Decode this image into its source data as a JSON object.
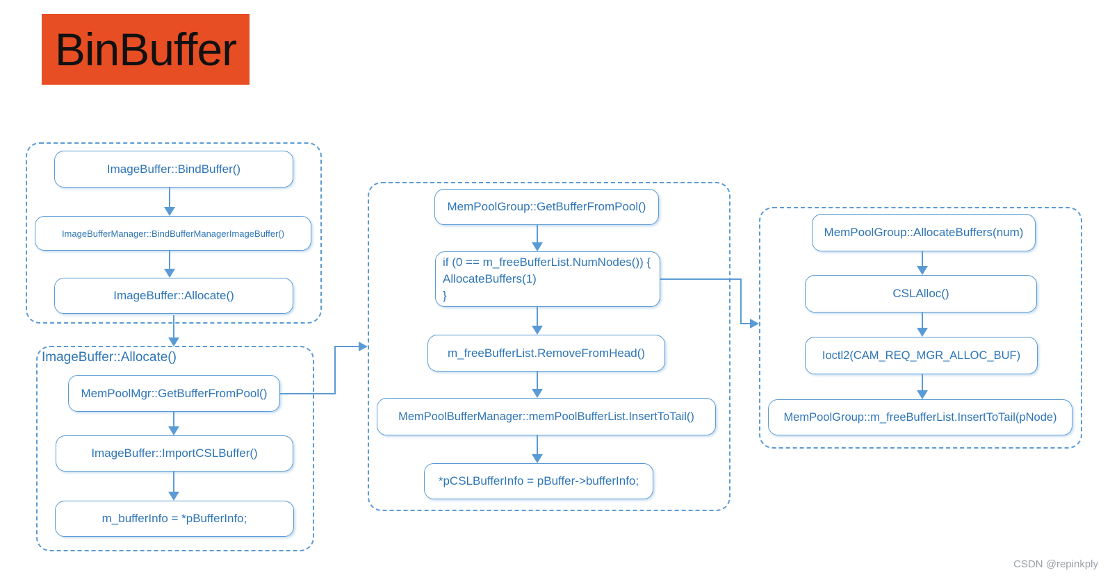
{
  "title": "BinBuffer",
  "watermark": "CSDN @repinkply",
  "colors": {
    "accent_blue": "#5B9BD5",
    "text_blue": "#2E75B6",
    "banner_orange": "#E84E23",
    "watermark_gray": "#9AA0A6"
  },
  "groups": [
    {
      "name": "bind-buffer-sequence",
      "boxes": [
        "ImageBuffer::BindBuffer()",
        "ImageBufferManager::BindBufferManagerImageBuffer()",
        "ImageBuffer::Allocate()"
      ]
    },
    {
      "name": "image-buffer-allocate",
      "label": "ImageBuffer::Allocate()",
      "boxes": [
        "MemPoolMgr::GetBufferFromPool()",
        "ImageBuffer::ImportCSLBuffer()",
        "m_bufferInfo = *pBufferInfo;"
      ]
    },
    {
      "name": "mempoolgroup-getbufferfrompool",
      "boxes": [
        "MemPoolGroup::GetBufferFromPool()",
        "if (0 == m_freeBufferList.NumNodes()) {\nAllocateBuffers(1)\n}",
        "m_freeBufferList.RemoveFromHead()",
        "MemPoolBufferManager::memPoolBufferList.InsertToTail()",
        "*pCSLBufferInfo = pBuffer->bufferInfo;"
      ]
    },
    {
      "name": "mempoolgroup-allocatebuffers",
      "boxes": [
        "MemPoolGroup::AllocateBuffers(num)",
        "CSLAlloc()",
        "Ioctl2(CAM_REQ_MGR_ALLOC_BUF)",
        "MemPoolGroup::m_freeBufferList.InsertToTail(pNode)"
      ]
    }
  ]
}
